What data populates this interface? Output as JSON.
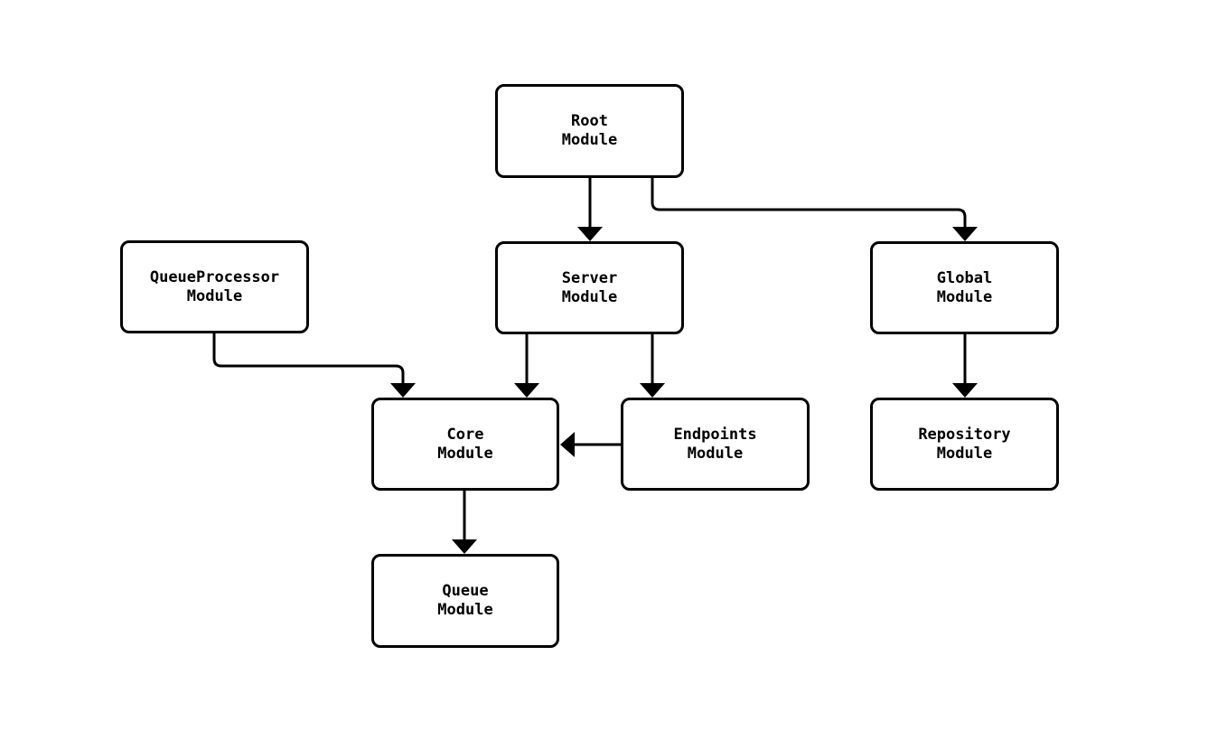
{
  "diagram": {
    "type": "module-dependency-flowchart",
    "background_color": "#ffffff",
    "node_border_color": "#000000",
    "node_fill_color": "#ffffff",
    "edge_color": "#000000",
    "text_color": "#000000",
    "nodes": [
      {
        "id": "root",
        "label": "Root\nModule"
      },
      {
        "id": "server",
        "label": "Server\nModule"
      },
      {
        "id": "global",
        "label": "Global\nModule"
      },
      {
        "id": "queueprocessor",
        "label": "QueueProcessor\nModule"
      },
      {
        "id": "core",
        "label": "Core\nModule"
      },
      {
        "id": "endpoints",
        "label": "Endpoints\nModule"
      },
      {
        "id": "repository",
        "label": "Repository\nModule"
      },
      {
        "id": "queue",
        "label": "Queue\nModule"
      }
    ],
    "edges": [
      {
        "from": "root",
        "to": "server"
      },
      {
        "from": "root",
        "to": "global"
      },
      {
        "from": "queueprocessor",
        "to": "core"
      },
      {
        "from": "server",
        "to": "core"
      },
      {
        "from": "server",
        "to": "endpoints"
      },
      {
        "from": "endpoints",
        "to": "core"
      },
      {
        "from": "global",
        "to": "repository"
      },
      {
        "from": "core",
        "to": "queue"
      }
    ]
  }
}
